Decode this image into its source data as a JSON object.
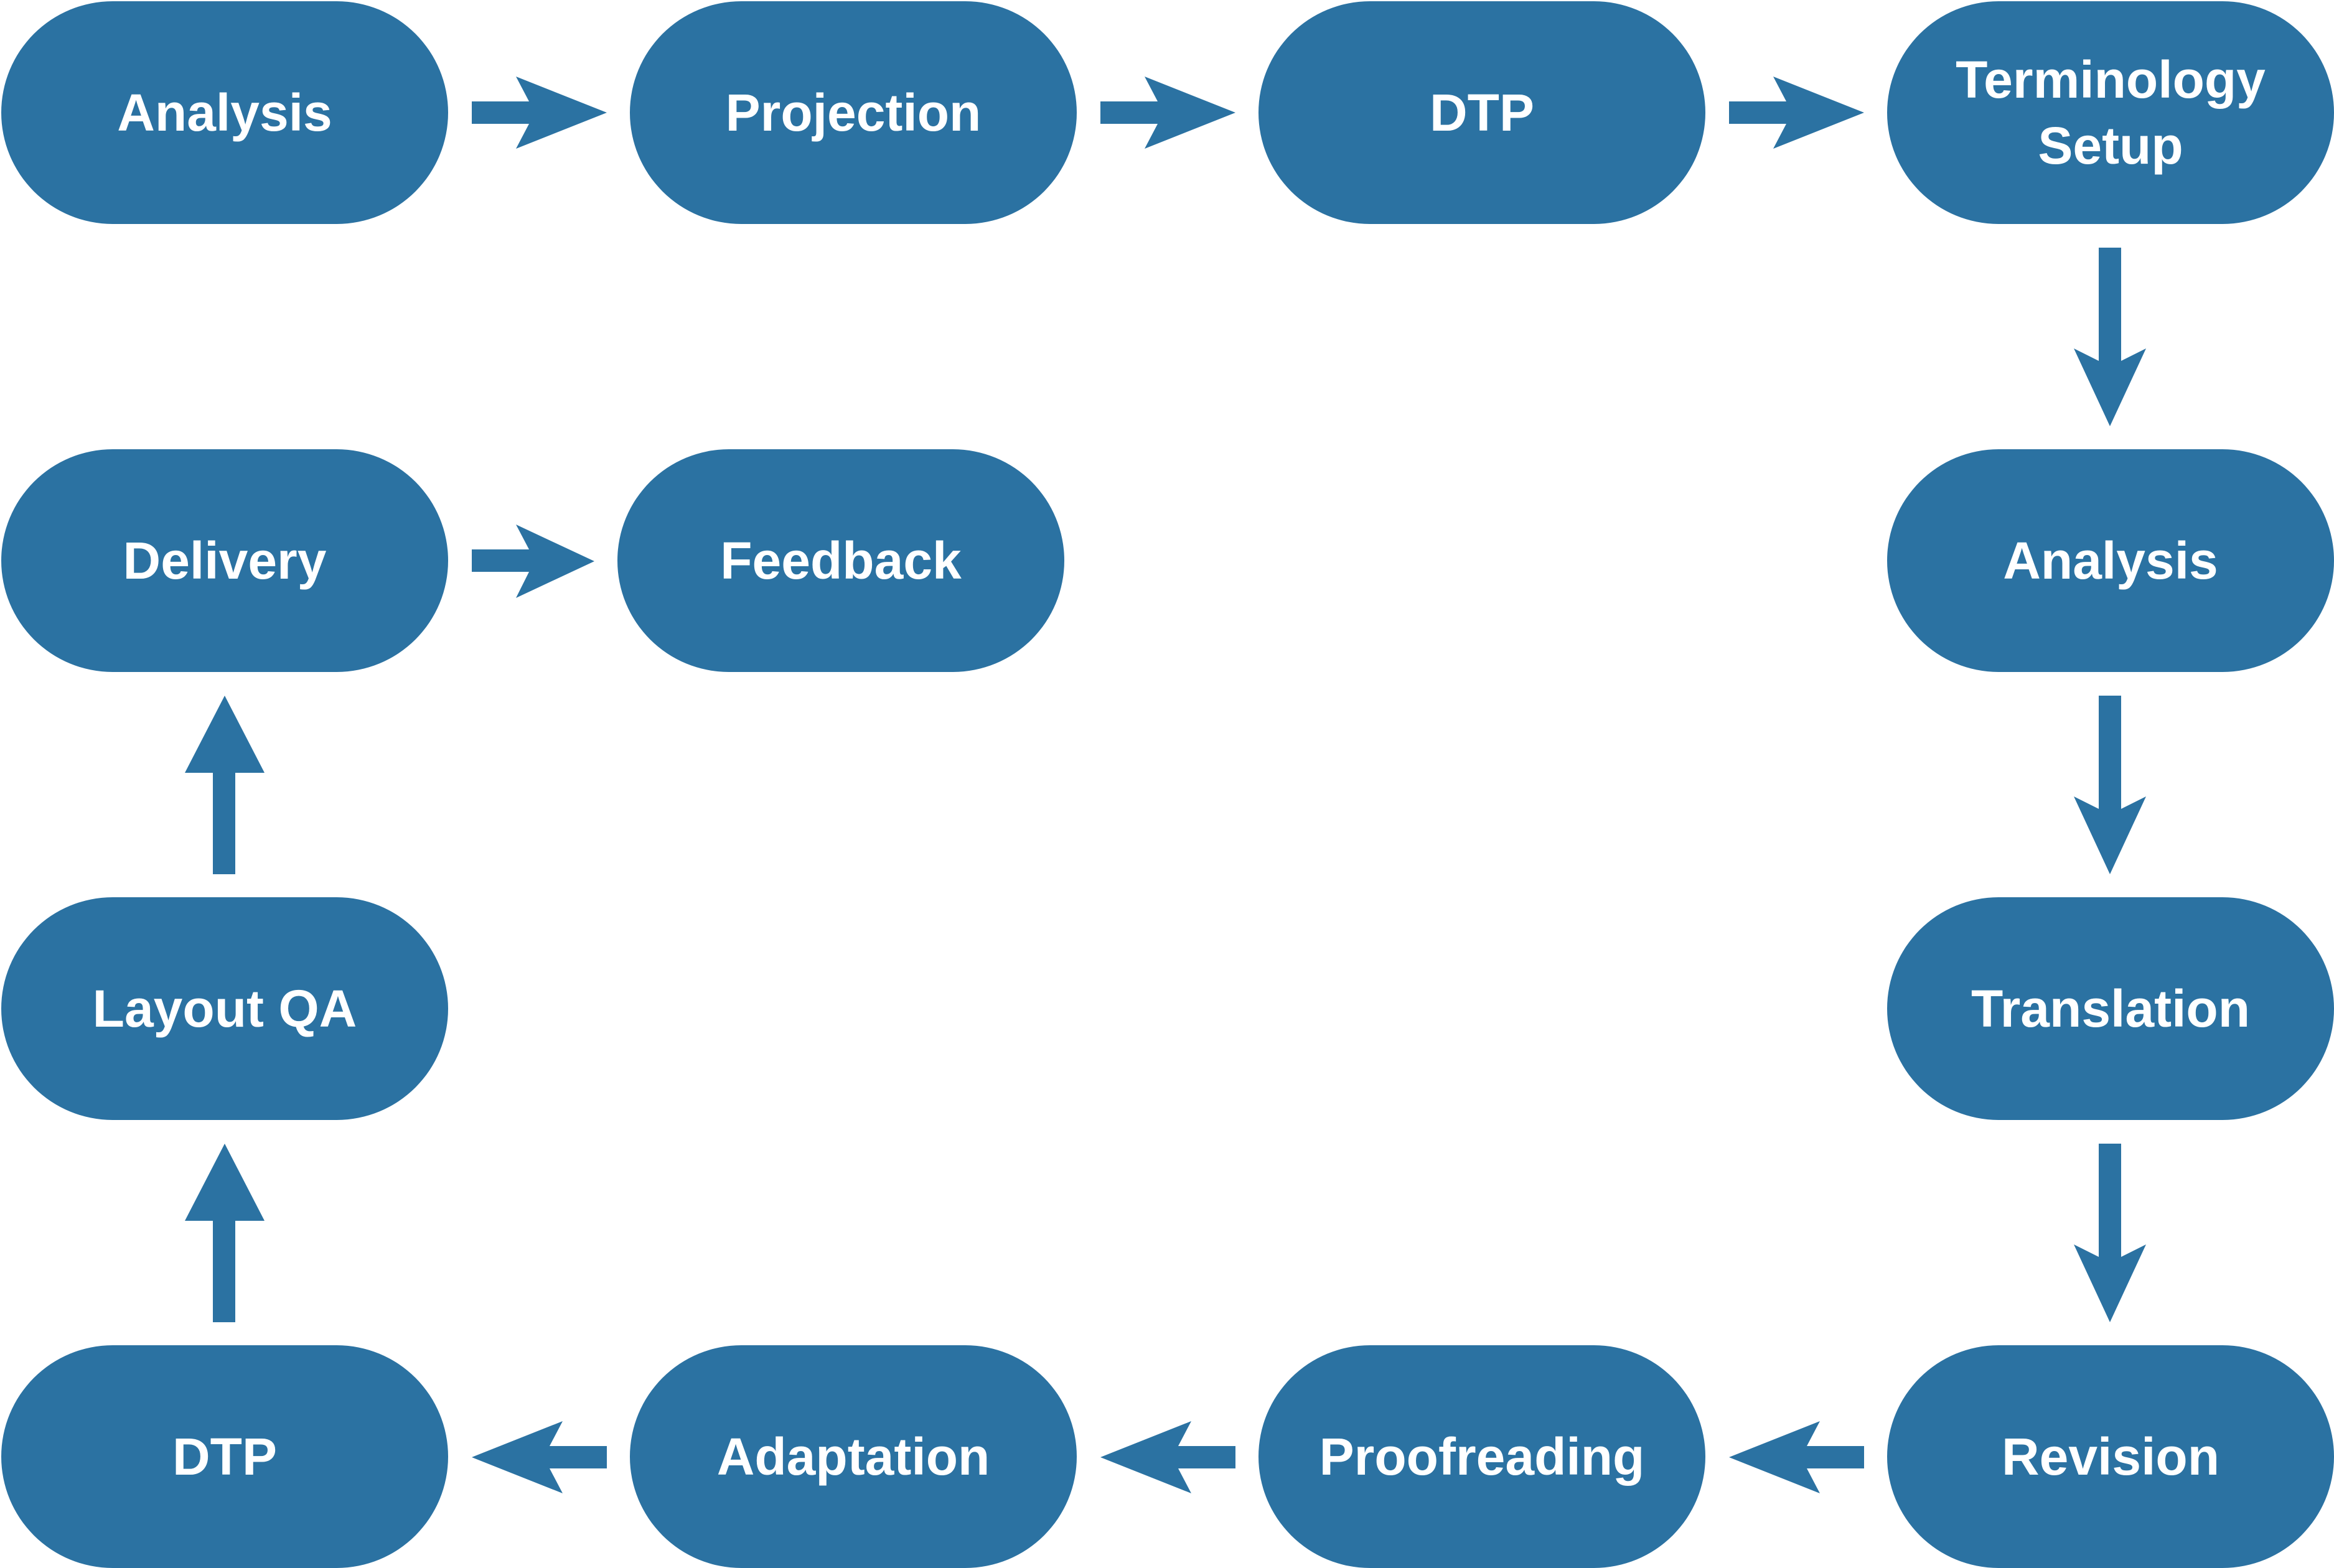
{
  "colors": {
    "node_fill": "#2b72a2",
    "arrow_fill": "#2b72a2",
    "text": "#ffffff",
    "background": "#ffffff"
  },
  "nodes": [
    {
      "id": "analysis-1",
      "label": "Analysis"
    },
    {
      "id": "projection",
      "label": "Projection"
    },
    {
      "id": "dtp-1",
      "label": "DTP"
    },
    {
      "id": "terminology-setup",
      "label": "Terminology\nSetup"
    },
    {
      "id": "analysis-2",
      "label": "Analysis"
    },
    {
      "id": "translation",
      "label": "Translation"
    },
    {
      "id": "revision",
      "label": "Revision"
    },
    {
      "id": "proofreading",
      "label": "Proofreading"
    },
    {
      "id": "adaptation",
      "label": "Adaptation"
    },
    {
      "id": "dtp-2",
      "label": "DTP"
    },
    {
      "id": "layout-qa",
      "label": "Layout QA"
    },
    {
      "id": "delivery",
      "label": "Delivery"
    },
    {
      "id": "feedback",
      "label": "Feedback"
    }
  ],
  "edges": [
    {
      "from": "analysis-1",
      "to": "projection"
    },
    {
      "from": "projection",
      "to": "dtp-1"
    },
    {
      "from": "dtp-1",
      "to": "terminology-setup"
    },
    {
      "from": "terminology-setup",
      "to": "analysis-2"
    },
    {
      "from": "analysis-2",
      "to": "translation"
    },
    {
      "from": "translation",
      "to": "revision"
    },
    {
      "from": "revision",
      "to": "proofreading"
    },
    {
      "from": "proofreading",
      "to": "adaptation"
    },
    {
      "from": "adaptation",
      "to": "dtp-2"
    },
    {
      "from": "dtp-2",
      "to": "layout-qa"
    },
    {
      "from": "layout-qa",
      "to": "delivery"
    },
    {
      "from": "delivery",
      "to": "feedback"
    }
  ]
}
